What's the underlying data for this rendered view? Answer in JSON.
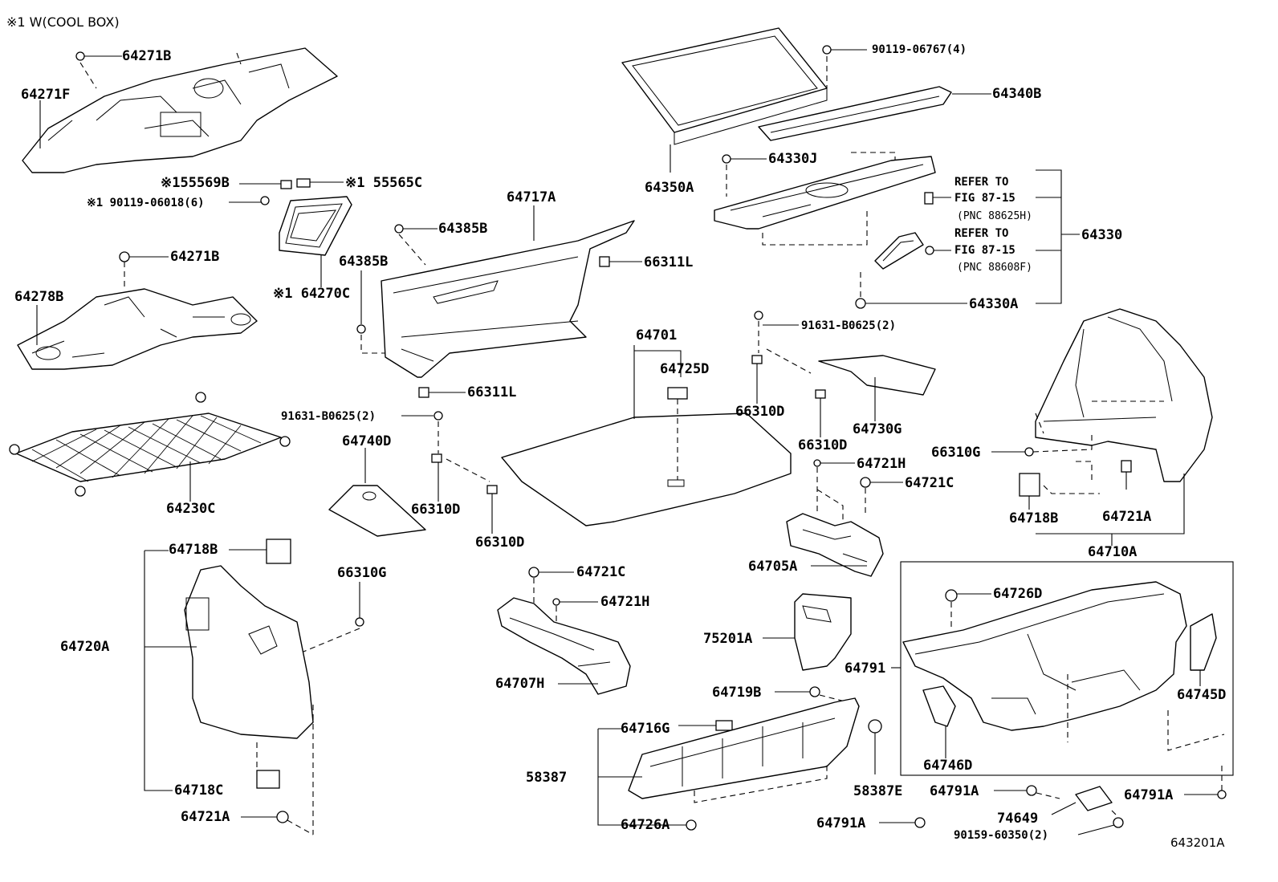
{
  "figure_code": "643201A",
  "note": "※1 W(COOL BOX)",
  "labels": {
    "p64271B_top": "64271B",
    "p64271F": "64271F",
    "p55569B": "※155569B",
    "p55565C": "※1 55565C",
    "p90119_06018": "※1 90119-06018(6)",
    "p64271B_mid": "64271B",
    "p64270C": "※1 64270C",
    "p64278B": "64278B",
    "p64230C": "64230C",
    "p64385B_a": "64385B",
    "p64385B_b": "64385B",
    "p64717A": "64717A",
    "p66311L_a": "66311L",
    "p66311L_b": "66311L",
    "p91631_B0625_left": "91631-B0625(2)",
    "p64740D": "64740D",
    "p66310D_a": "66310D",
    "p66310D_b": "66310D",
    "p64701": "64701",
    "p64725D": "64725D",
    "p90119_06767": "90119-06767(4)",
    "p64340B": "64340B",
    "p64350A": "64350A",
    "p64330J": "64330J",
    "p64330": "64330",
    "p64330A": "64330A",
    "p91631_B0625_right": "91631-B0625(2)",
    "p66310D_c": "66310D",
    "p66310D_d": "66310D",
    "p64730G": "64730G",
    "p64721H_a": "64721H",
    "p64721C_a": "64721C",
    "p64705A": "64705A",
    "p66310G_right": "66310G",
    "p64718B_right": "64718B",
    "p64721A_right": "64721A",
    "p64710A": "64710A",
    "p64718B_left": "64718B",
    "p66310G_left": "66310G",
    "p64720A": "64720A",
    "p64718C": "64718C",
    "p64721A_left": "64721A",
    "p64721C_b": "64721C",
    "p64721H_b": "64721H",
    "p64707H": "64707H",
    "p75201A": "75201A",
    "p64719B": "64719B",
    "p64716G": "64716G",
    "p58387": "58387",
    "p58387E": "58387E",
    "p64726A": "64726A",
    "p64791A_a": "64791A",
    "p64791A_b": "64791A",
    "p64791A_c": "64791A",
    "p74649": "74649",
    "p90159_60350": "90159-60350(2)",
    "p64726D": "64726D",
    "p64791": "64791",
    "p64745D": "64745D",
    "p64746D": "64746D"
  },
  "refer": {
    "line1": "REFER TO",
    "line2": "FIG 87-15",
    "line3": "(PNC 88625H)",
    "line4": "REFER TO",
    "line5": "FIG 87-15",
    "line6": "(PNC 88608F)"
  }
}
